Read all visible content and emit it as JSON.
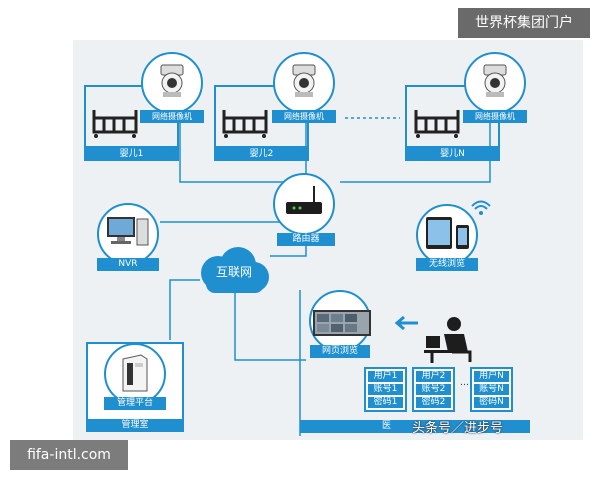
{
  "watermark_top": "世界杯集团门户",
  "watermark_bottom": "fifa-intl.com",
  "watermark_toutiao": "头条号／进步号",
  "cameras": [
    {
      "label": "网络摄像机",
      "room": "婴儿1"
    },
    {
      "label": "网络摄像机",
      "room": "婴儿2"
    },
    {
      "label": "网络摄像机",
      "room": "婴儿N"
    }
  ],
  "router": "路由器",
  "nvr": "NVR",
  "internet": "互联网",
  "wireless": "无线浏览",
  "web_browse": "网页浏览",
  "management_platform": "管理平台",
  "management_room": "管理室",
  "hospital_label": "医",
  "credentials": [
    {
      "user": "用户1",
      "account": "账号1",
      "password": "密码1"
    },
    {
      "user": "用户2",
      "account": "账号2",
      "password": "密码2"
    },
    {
      "user": "用户N",
      "account": "账号N",
      "password": "密码N"
    }
  ],
  "colors": {
    "accent": "#1f8fd0",
    "panel": "#eef1f3"
  }
}
